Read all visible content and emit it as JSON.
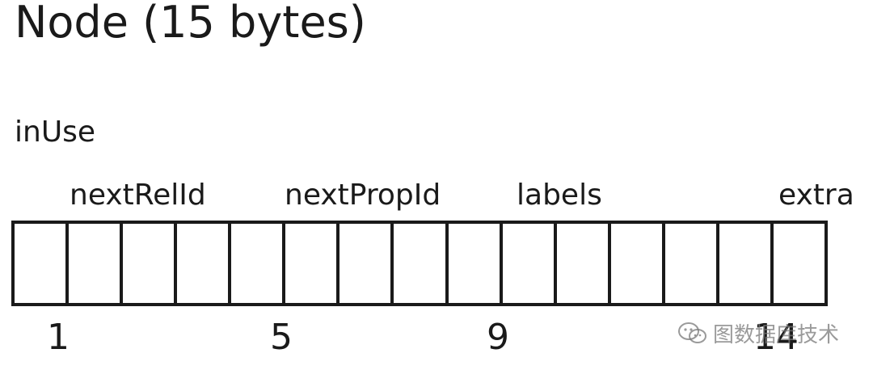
{
  "title": "Node (15 bytes)",
  "fields": {
    "inuse": "inUse",
    "nextrelid": "nextRelId",
    "nextpropid": "nextPropId",
    "labels": "labels",
    "extra": "extra"
  },
  "byte_count": 15,
  "indices": {
    "i1": "1",
    "i5": "5",
    "i9": "9",
    "i14": "14"
  },
  "watermark": {
    "text": "图数据库技术",
    "icon": "wechat-icon"
  }
}
